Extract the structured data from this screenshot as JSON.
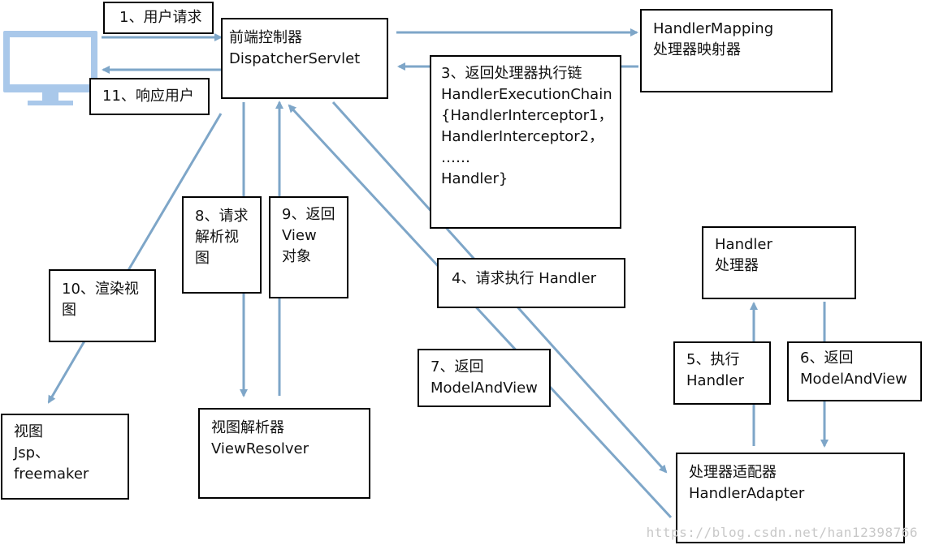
{
  "diagram": {
    "boxes": {
      "step1_request": "1、用户请求",
      "dispatcher": "前端控制器\nDispatcherServlet",
      "handler_mapping": "HandlerMapping\n处理器映射器",
      "step11_response": "11、响应用户",
      "step3_chain": "3、返回处理器执行链\nHandlerExecutionChain\n{HandlerInterceptor1，\nHandlerInterceptor2，\n……\nHandler}",
      "step8_resolve": "8、请求\n解析视\n图",
      "step9_return_view": "9、返回\nView\n对象",
      "step10_render": "10、渲染视\n图",
      "step4_execute": "4、请求执行 Handler",
      "handler": "Handler\n处理器",
      "step7_return_mav": "7、返回\nModelAndView",
      "step5_execute": "5、执行\nHandler",
      "step6_return_mav": "6、返回\nModelAndView",
      "view": "视图\nJsp、freemaker",
      "view_resolver": "视图解析器\nViewResolver",
      "handler_adapter": "处理器适配器\nHandlerAdapter"
    },
    "watermark": "https://blog.csdn.net/han12398766",
    "colors": {
      "arrow": "#7ea6c8",
      "monitor_frame": "#a9c8ea",
      "monitor_screen": "#ffffff"
    }
  }
}
